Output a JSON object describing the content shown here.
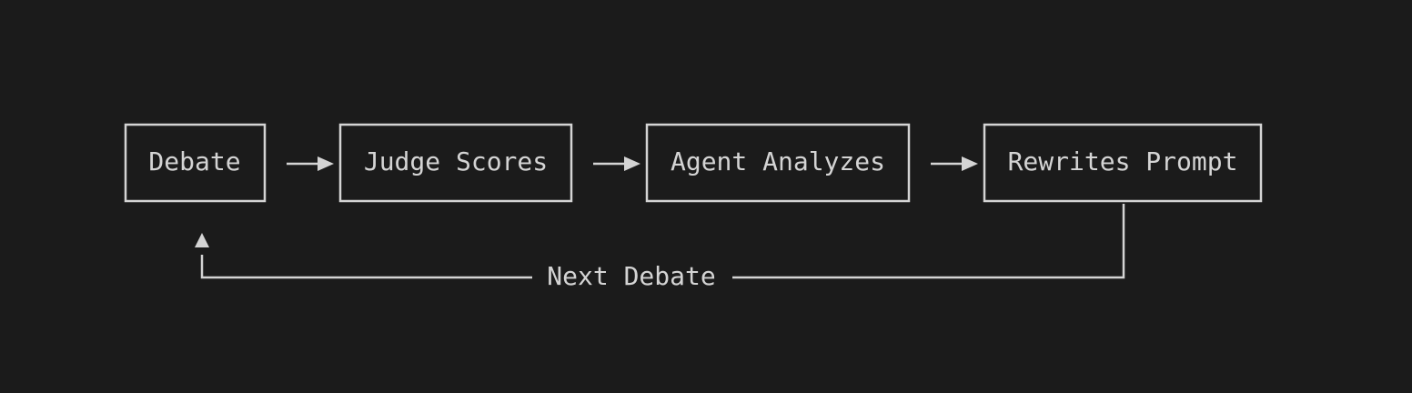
{
  "diagram": {
    "type": "flowchart",
    "colors": {
      "background": "#1b1b1b",
      "line": "#d4d4d4",
      "text": "#d4d4d4"
    },
    "nodes": [
      {
        "id": "debate",
        "label": "Debate"
      },
      {
        "id": "judge",
        "label": "Judge Scores"
      },
      {
        "id": "agent",
        "label": "Agent Analyzes"
      },
      {
        "id": "rewrite",
        "label": "Rewrites Prompt"
      }
    ],
    "edges": [
      {
        "from": "debate",
        "to": "judge"
      },
      {
        "from": "judge",
        "to": "agent"
      },
      {
        "from": "agent",
        "to": "rewrite"
      },
      {
        "from": "rewrite",
        "to": "debate",
        "label": "Next Debate"
      }
    ]
  }
}
